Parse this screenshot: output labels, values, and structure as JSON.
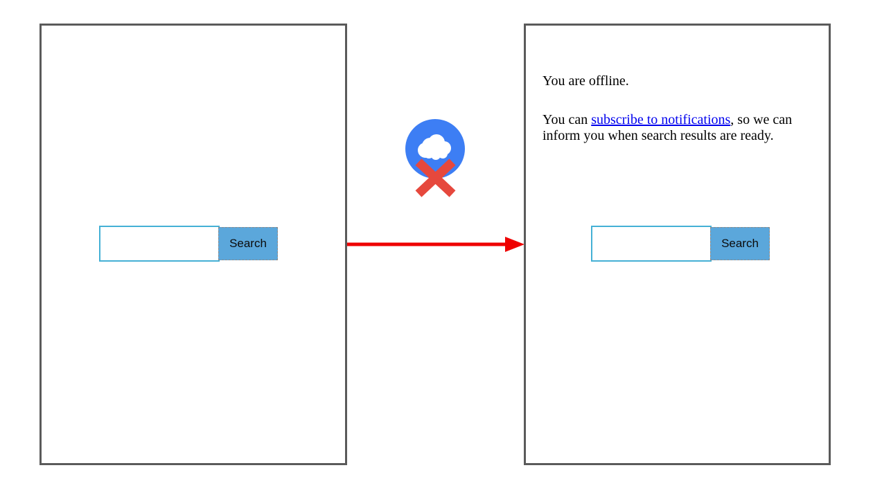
{
  "diagram": {
    "left_screen": {
      "search": {
        "input_value": "",
        "button_label": "Search"
      }
    },
    "right_screen": {
      "message": {
        "paragraph1": "You are offline.",
        "paragraph2_before_link": "You can ",
        "link_text": "subscribe to notifications",
        "paragraph2_after_link": ", so we can",
        "paragraph2_line2": "inform you when search results are ready."
      },
      "search": {
        "input_value": "",
        "button_label": "Search"
      }
    },
    "icons": {
      "offline_cloud_icon": "cloud-with-red-x-in-blue-circle"
    },
    "colors": {
      "frame_border": "#5a5a5a",
      "search_input_border": "#44b0d5",
      "search_button_fill": "#5ba7db",
      "search_button_border": "#8b8b8b",
      "icon_circle_blue": "#3d7ef4",
      "icon_cloud_white": "#ffffff",
      "icon_x_red": "#e6483d",
      "arrow_red": "#ee0000",
      "link_blue": "#0000ee",
      "text_black": "#000000"
    }
  }
}
